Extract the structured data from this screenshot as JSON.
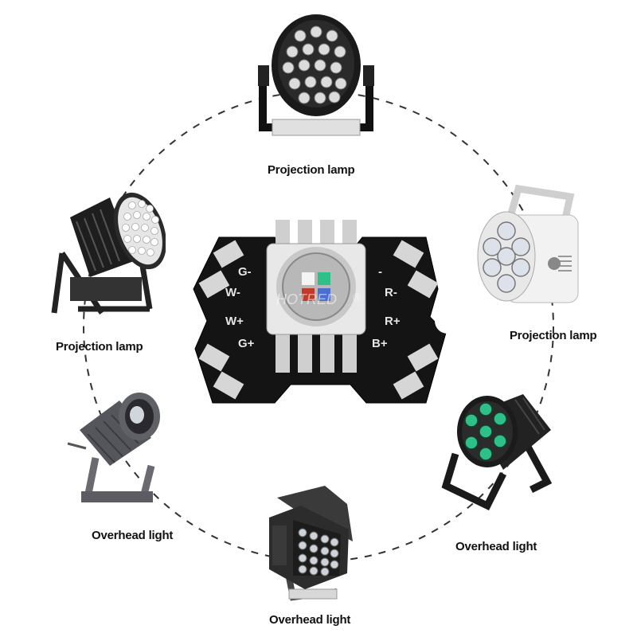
{
  "labels": {
    "top": "Projection lamp",
    "upper_left": "Projection lamp",
    "upper_right": "Projection lamp",
    "lower_left": "Overhead light",
    "lower_right": "Overhead light",
    "bottom": "Overhead light"
  },
  "board": {
    "pad_labels_left": [
      "G-",
      "W-",
      "W+",
      "G+"
    ],
    "pad_labels_right": [
      "-",
      "R-",
      "R+",
      "B+"
    ],
    "watermark": "HOTRED",
    "watermark_mark": "®"
  },
  "icons": {
    "center": "rgbw-led-star-board",
    "top": "par-can-projection-lamp-icon",
    "upper_left": "stadium-flood-projection-lamp-icon",
    "upper_right": "white-moving-beam-projection-lamp-icon",
    "lower_left": "spot-overhead-light-icon",
    "lower_right": "outdoor-par-overhead-light-icon",
    "bottom": "square-flood-overhead-light-icon"
  },
  "colors": {
    "board": "#141414",
    "pad": "#d6d6d6",
    "dashed_circle": "#333333",
    "led_green": "#2fc08a",
    "led_red": "#c0392b",
    "led_blue": "#4a6fd0"
  }
}
